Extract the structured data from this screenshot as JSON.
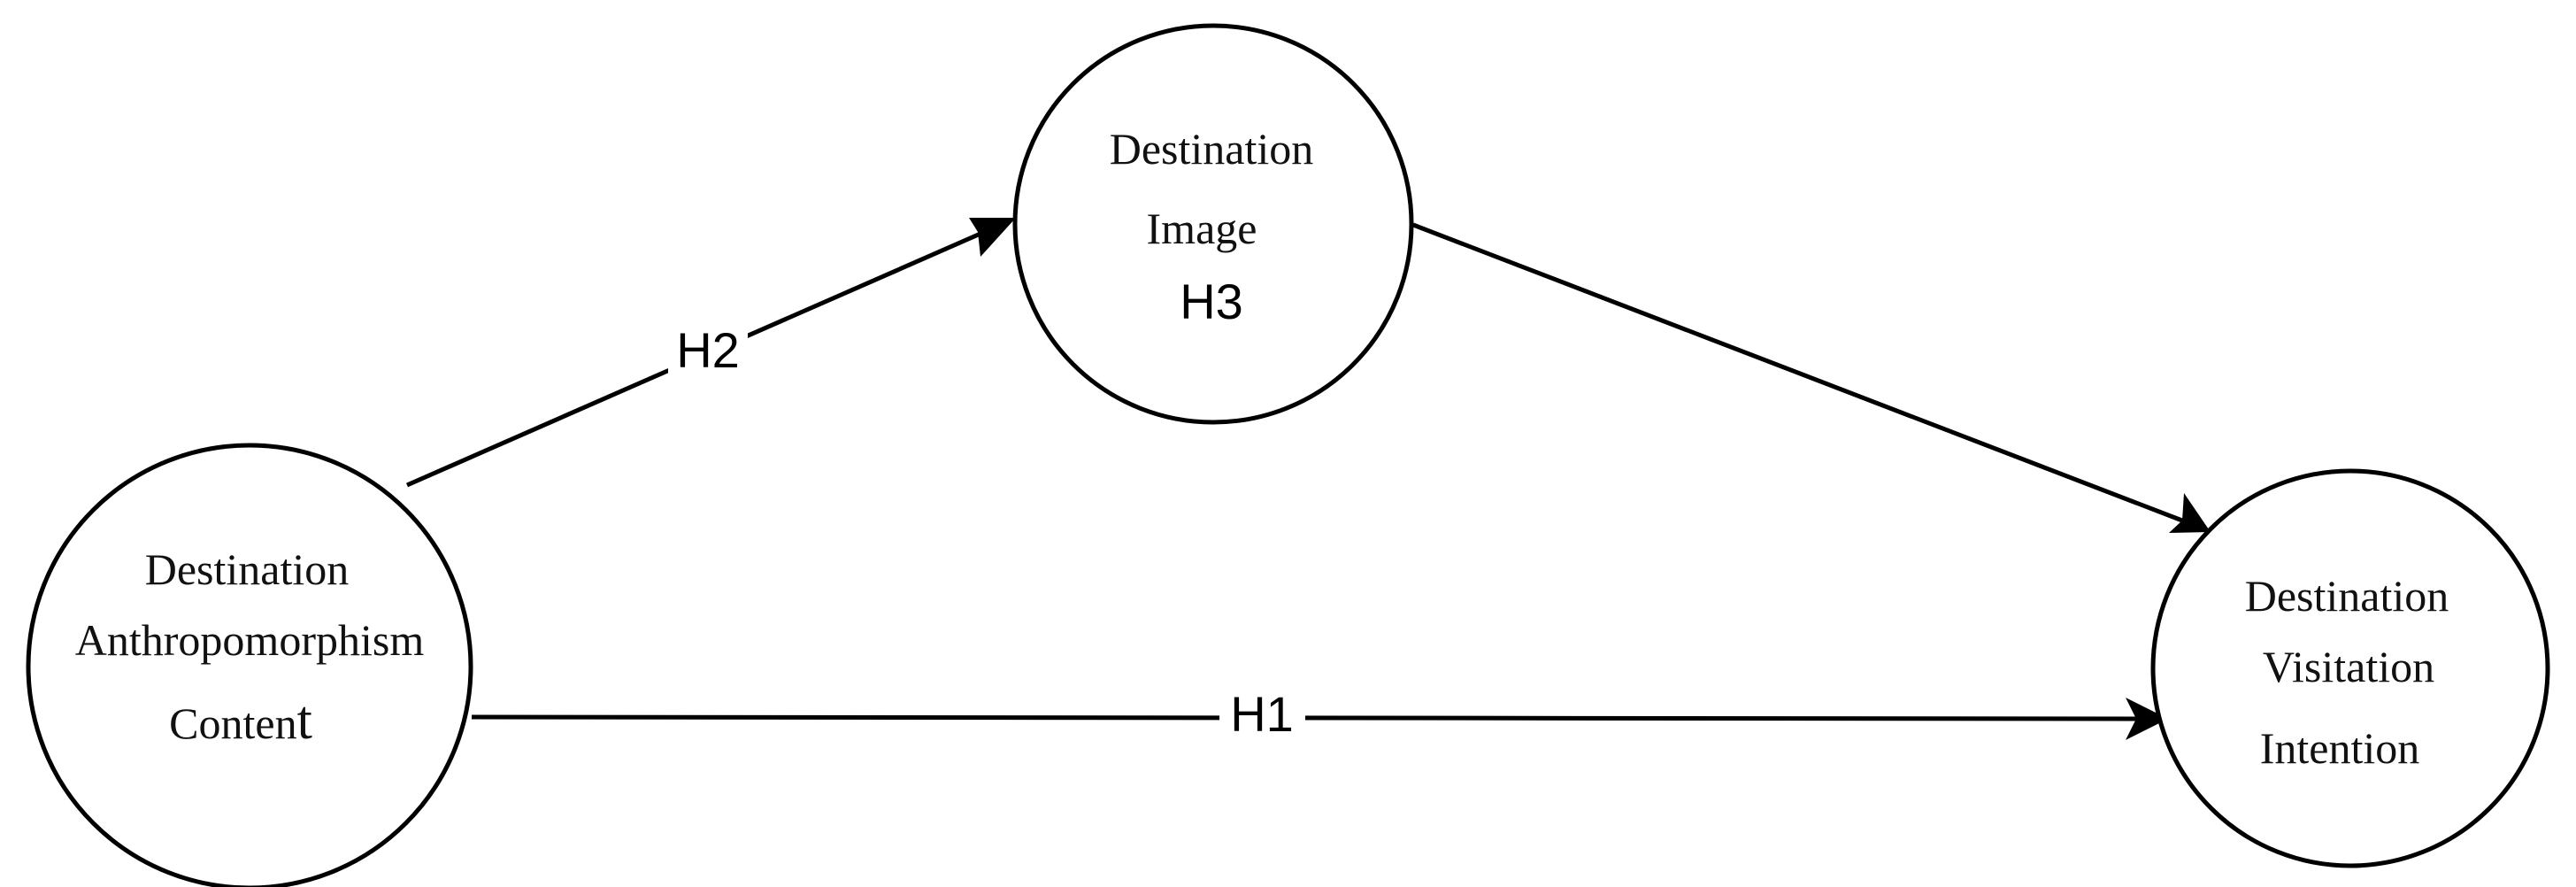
{
  "nodes": {
    "anthropomorphism": {
      "line1": "Destination",
      "line2": "Anthropomorphism",
      "line3a": "Conten",
      "line3b": "t"
    },
    "image": {
      "line1": "Destination",
      "line2": "Image"
    },
    "intention": {
      "line1": "Destination",
      "line2": "Visitation",
      "line3": "Intention"
    }
  },
  "edges": {
    "h1": {
      "label": "H1"
    },
    "h2": {
      "label": "H2"
    },
    "h3": {
      "label": "H3"
    }
  },
  "colors": {
    "stroke": "#000000",
    "background": "#ffffff"
  }
}
